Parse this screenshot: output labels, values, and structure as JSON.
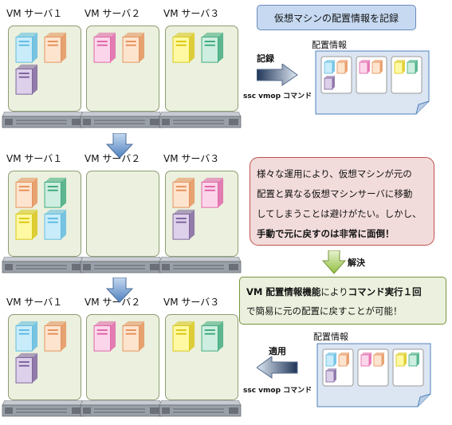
{
  "rows": [
    {
      "servers": [
        {
          "label": "VM サーバ１",
          "vms": [
            "cyan",
            "orange",
            "purple"
          ]
        },
        {
          "label": "VM サーバ２",
          "vms": [
            "pink",
            "orange"
          ]
        },
        {
          "label": "VM サーバ３",
          "vms": [
            "yellow",
            "green"
          ]
        }
      ]
    },
    {
      "servers": [
        {
          "label": "VM サーバ１",
          "vms": [
            "orange",
            "green",
            "yellow",
            "cyan"
          ]
        },
        {
          "label": "VM サーバ２",
          "vms": []
        },
        {
          "label": "VM サーバ３",
          "vms": [
            "orange",
            "pink",
            "purple"
          ]
        }
      ]
    },
    {
      "servers": [
        {
          "label": "VM サーバ１",
          "vms": [
            "cyan",
            "orange",
            "purple"
          ]
        },
        {
          "label": "VM サーバ２",
          "vms": [
            "pink",
            "orange"
          ]
        },
        {
          "label": "VM サーバ３",
          "vms": [
            "yellow",
            "green"
          ]
        }
      ]
    }
  ],
  "callouts": {
    "record_title": "仮想マシンの配置情報を記録",
    "problem_line1": "様々な運用により、仮想マシンが元の",
    "problem_line2": "配置と異なる仮想マシンサーバに移動",
    "problem_line3": "してしまうことは避けがたい。しかし、",
    "problem_line4": "手動で元に戻すのは非常に面倒！",
    "solution_line1_a": "VM  配置情報機能",
    "solution_line1_b": "により",
    "solution_line1_c": "コマンド実行１回",
    "solution_line2": "で簡易に元の配置に戻すことが可能！"
  },
  "arrows": {
    "record_label": "記録",
    "apply_label": "適用",
    "command_label": "ssc vmop コマンド",
    "solve_label": "解決"
  },
  "docs": {
    "top_label": "配置情報",
    "bottom_label": "配置情報",
    "top_groups": [
      [
        "cyan",
        "orange",
        "purple"
      ],
      [
        "pink",
        "orange"
      ],
      [
        "yellow",
        "green"
      ]
    ],
    "bottom_groups": [
      [
        "cyan",
        "orange",
        "purple"
      ],
      [
        "pink",
        "orange"
      ],
      [
        "yellow",
        "green"
      ]
    ]
  },
  "colors": {
    "cyan": [
      "#c9ecfb",
      "#5bb9e0"
    ],
    "orange": [
      "#fde4cf",
      "#e58e55"
    ],
    "purple": [
      "#ddd0ea",
      "#7a5e9a"
    ],
    "pink": [
      "#fbd6ea",
      "#e05fa6"
    ],
    "yellow": [
      "#fff9a3",
      "#d9c60f"
    ],
    "green": [
      "#cdeee0",
      "#3aa77a"
    ],
    "panel": "#ebf1de",
    "panel_border": "#8f9c74",
    "record_box": "#c6d9f1",
    "problem_box": "#f2dcdb",
    "problem_border": "#c0504d",
    "solution_box": "#ebf1de",
    "solution_border": "#77933c"
  }
}
